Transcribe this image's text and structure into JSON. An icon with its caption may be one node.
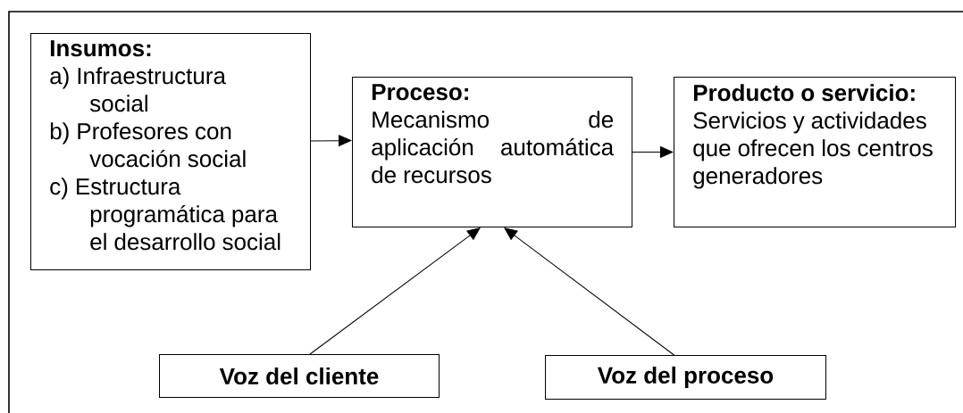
{
  "diagram": {
    "nodes": [
      {
        "text": [
          "Insumos:",
          "a) Infraestructura social",
          "b) Profesores con vocación social",
          "c) Estructura programática para el desarrollo social"
        ]
      },
      {
        "text": [
          "Proceso:",
          "Mecanismo de aplicación automática de recursos"
        ]
      },
      {
        "text": [
          "Producto o servicio:",
          "Servicios y actividades que ofrecen los centros generadores"
        ]
      },
      {
        "text": [
          "Voz del cliente"
        ]
      },
      {
        "text": [
          "Voz del proceso"
        ]
      }
    ],
    "edges": [
      {
        "from": 0,
        "to": 1,
        "arrow": "to"
      },
      {
        "from": 1,
        "to": 2,
        "arrow": "to"
      },
      {
        "from": 3,
        "to": 1,
        "arrow": "to"
      },
      {
        "from": 4,
        "to": 1,
        "arrow": "to"
      }
    ]
  }
}
